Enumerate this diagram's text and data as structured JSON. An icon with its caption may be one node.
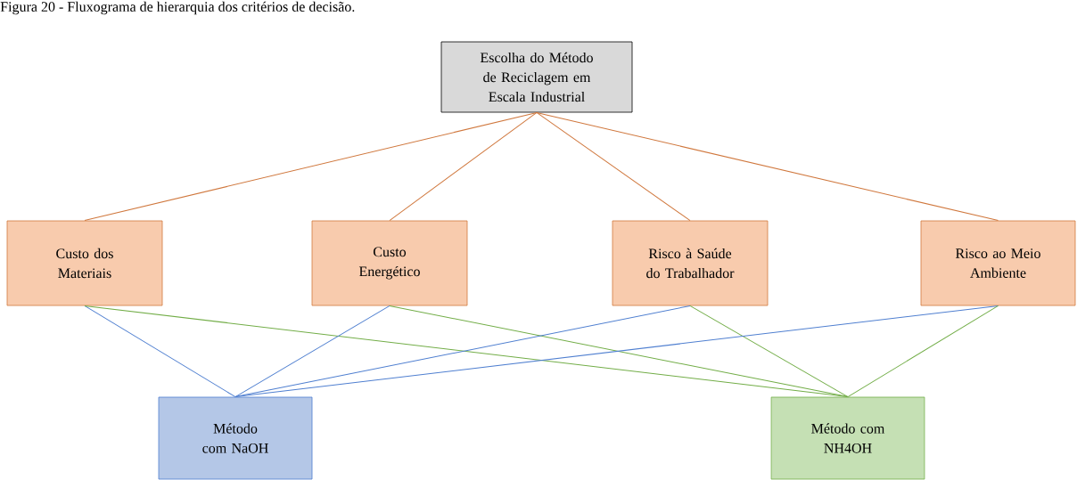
{
  "diagram": {
    "title": "Figura 20 - Fluxograma de hierarquia dos critérios de decisão.",
    "nodes": [
      {
        "text": [
          "Escolha do Método de Reciclagem em Escala Industrial"
        ]
      },
      {
        "text": [
          "Custo dos Materiais"
        ]
      },
      {
        "text": [
          "Custo Energético"
        ]
      },
      {
        "text": [
          "Risco à Saúde do Trabalhador"
        ]
      },
      {
        "text": [
          "Risco ao Meio Ambiente"
        ]
      },
      {
        "text": [
          "Método com NaOH"
        ]
      },
      {
        "text": [
          "Método com NH4OH"
        ]
      }
    ],
    "edges": [
      {
        "from": 0,
        "to": 1,
        "arrow": "none",
        "color": "#d0783e"
      },
      {
        "from": 0,
        "to": 2,
        "arrow": "none",
        "color": "#d0783e"
      },
      {
        "from": 0,
        "to": 3,
        "arrow": "none",
        "color": "#d0783e"
      },
      {
        "from": 0,
        "to": 4,
        "arrow": "none",
        "color": "#d0783e"
      },
      {
        "from": 1,
        "to": 5,
        "arrow": "none",
        "color": "#4f7fd0"
      },
      {
        "from": 1,
        "to": 6,
        "arrow": "none",
        "color": "#72ad47"
      },
      {
        "from": 2,
        "to": 5,
        "arrow": "none",
        "color": "#4f7fd0"
      },
      {
        "from": 2,
        "to": 6,
        "arrow": "none",
        "color": "#72ad47"
      },
      {
        "from": 3,
        "to": 5,
        "arrow": "none",
        "color": "#4f7fd0"
      },
      {
        "from": 3,
        "to": 6,
        "arrow": "none",
        "color": "#72ad47"
      },
      {
        "from": 4,
        "to": 5,
        "arrow": "none",
        "color": "#4f7fd0"
      },
      {
        "from": 4,
        "to": 6,
        "arrow": "none",
        "color": "#72ad47"
      }
    ]
  }
}
